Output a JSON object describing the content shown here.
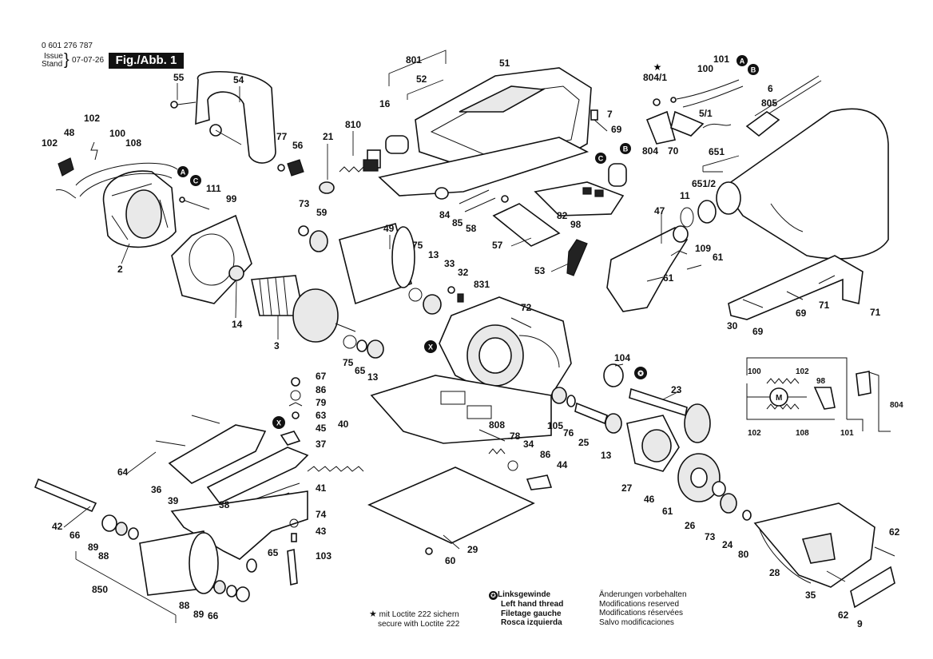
{
  "header": {
    "part_number": "0 601 276 787",
    "issue_label": "Issue",
    "stand_label": "Stand",
    "date": "07-07-26",
    "figure_label": "Fig./Abb. 1"
  },
  "legend": {
    "loctite_de": "mit Loctite 222 sichern",
    "loctite_en": "secure with Loctite 222",
    "thread_de": "Linksgewinde",
    "thread_en": "Left hand thread",
    "thread_fr": "Filetage gauche",
    "thread_es": "Rosca izquierda",
    "mod_de": "Änderungen vorbehalten",
    "mod_en": "Modifications reserved",
    "mod_fr": "Modifications réservées",
    "mod_es": "Salvo modificaciones"
  },
  "markers": [
    "A",
    "B",
    "C",
    "X"
  ],
  "labels": {
    "l801": "801",
    "l51": "51",
    "l52": "52",
    "l16": "16",
    "l7": "7",
    "l69a": "69",
    "l55": "55",
    "l54": "54",
    "l21": "21",
    "l810": "810",
    "l77": "77",
    "l56": "56",
    "l102a": "102",
    "l48": "48",
    "l100a": "100",
    "l108a": "108",
    "l102b": "102",
    "l111": "111",
    "l99": "99",
    "l2": "2",
    "l14": "14",
    "l3": "3",
    "l73a": "73",
    "l59": "59",
    "l49": "49",
    "l75a": "75",
    "l13a": "13",
    "l33": "33",
    "l32": "32",
    "l84": "84",
    "l85": "85",
    "l58": "58",
    "l82": "82",
    "l98a": "98",
    "l57": "57",
    "l53": "53",
    "l804_1": "804/1",
    "l101a": "101",
    "l100b": "100",
    "l6": "6",
    "l805": "805",
    "l5_1": "5/1",
    "l804a": "804",
    "l70": "70",
    "l651": "651",
    "l651_2": "651/2",
    "l11": "11",
    "l47": "47",
    "l109": "109",
    "l61a": "61",
    "l61b": "61",
    "l30": "30",
    "l69b": "69",
    "l69c": "69",
    "l71a": "71",
    "l71b": "71",
    "l831": "831",
    "l72": "72",
    "l75b": "75",
    "l65a": "65",
    "l13b": "13",
    "l104": "104",
    "l23": "23",
    "l67": "67",
    "l86a": "86",
    "l79": "79",
    "l63": "63",
    "l45": "45",
    "l37": "37",
    "l40": "40",
    "l64": "64",
    "l36": "36",
    "l39": "39",
    "l41": "41",
    "l38": "38",
    "l74": "74",
    "l43": "43",
    "l103": "103",
    "l42": "42",
    "l66a": "66",
    "l89a": "89",
    "l88a": "88",
    "l850": "850",
    "l88b": "88",
    "l89b": "89",
    "l66b": "66",
    "l65b": "65",
    "l808": "808",
    "l78": "78",
    "l34": "34",
    "l86b": "86",
    "l44": "44",
    "l105": "105",
    "l76": "76",
    "l25": "25",
    "l13c": "13",
    "l27": "27",
    "l46": "46",
    "l61c": "61",
    "l26": "26",
    "l73b": "73",
    "l24": "24",
    "l80": "80",
    "l29": "29",
    "l60": "60",
    "l28": "28",
    "l35": "35",
    "l62a": "62",
    "l62b": "62",
    "l9": "9",
    "w100": "100",
    "w102a": "102",
    "w98": "98",
    "wM": "M",
    "w804": "804",
    "w102b": "102",
    "w108": "108",
    "w101": "101"
  }
}
